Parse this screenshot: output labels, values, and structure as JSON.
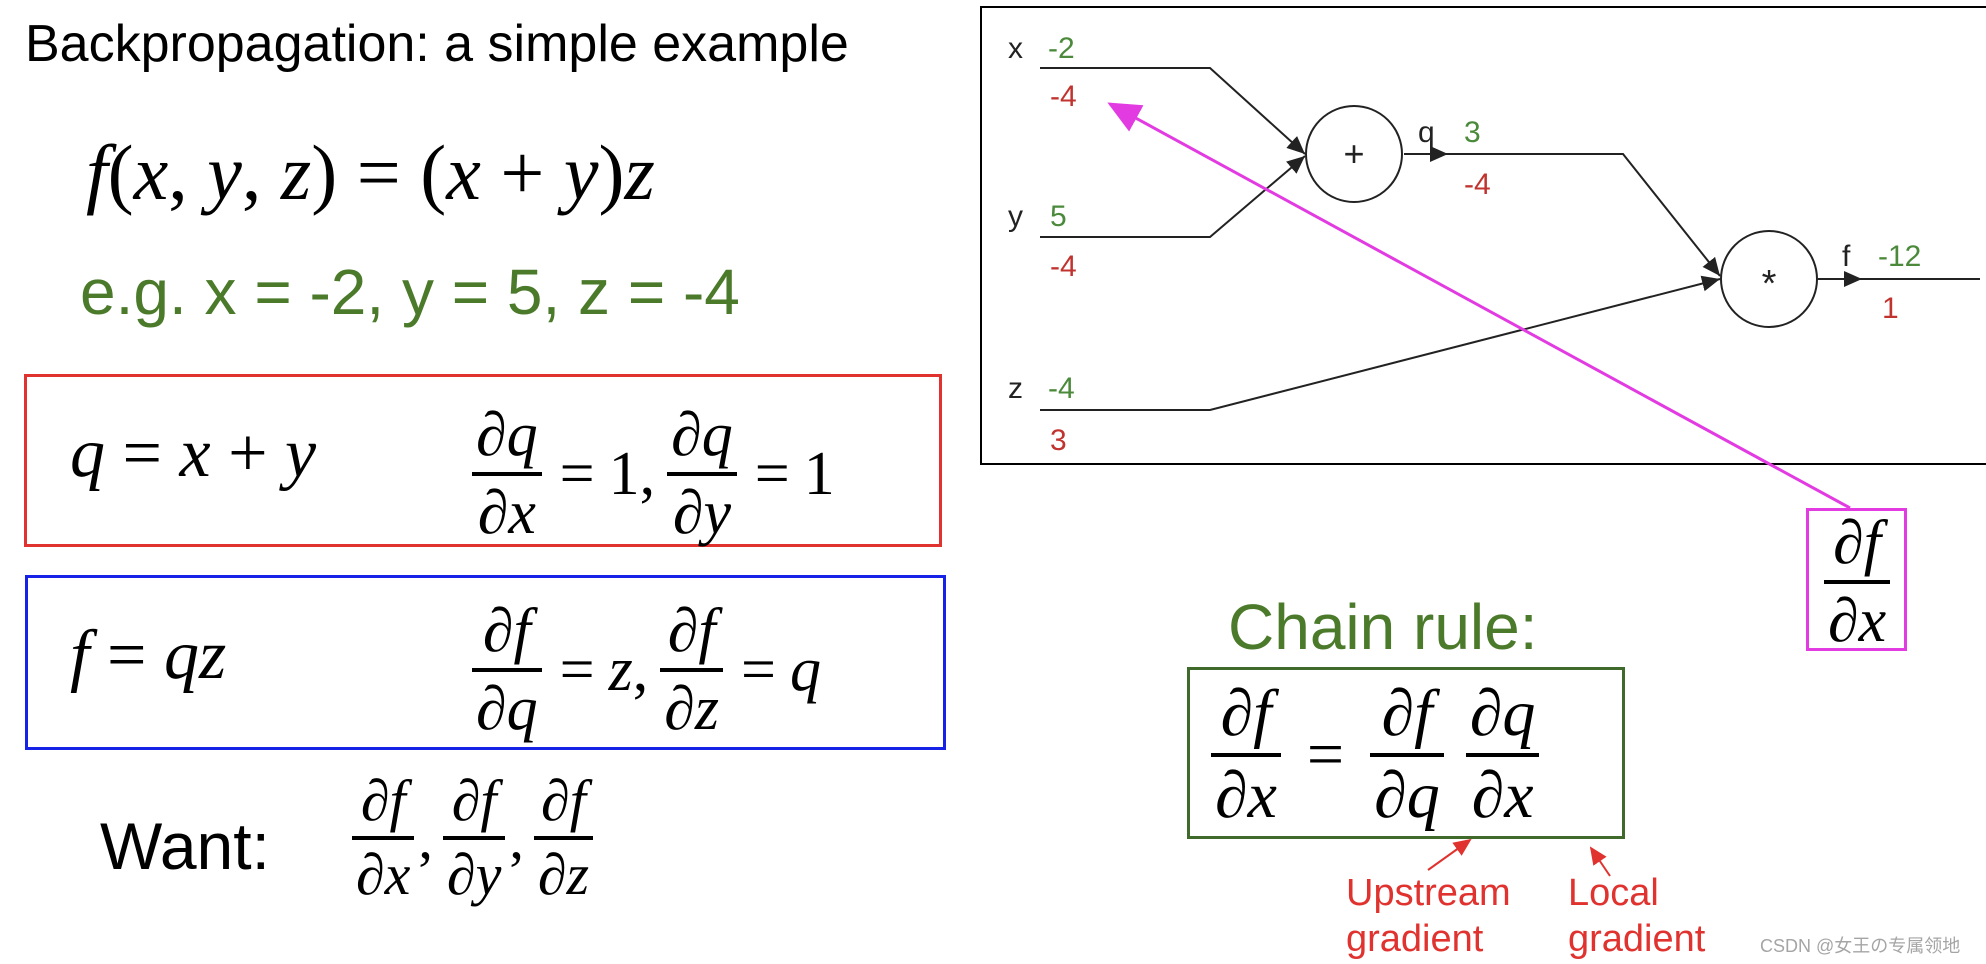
{
  "title": "Backpropagation: a simple example",
  "formula": {
    "f": "f",
    "x": "x",
    "y": "y",
    "z": "z",
    "lparen": "(",
    "rparen": ")",
    "comma": ",",
    "eq": "=",
    "plus": "+"
  },
  "example": "e.g. x = -2, y = 5, z = -4",
  "red_box": {
    "lhs": {
      "q": "q",
      "eq": "=",
      "x": "x",
      "plus": "+",
      "y": "y"
    },
    "rhs": {
      "frac1": {
        "num": "∂q",
        "den": "∂x"
      },
      "eq1": "=",
      "val1": "1",
      "comma": ",",
      "frac2": {
        "num": "∂q",
        "den": "∂y"
      },
      "eq2": "=",
      "val2": "1"
    }
  },
  "blue_box": {
    "lhs": {
      "f": "f",
      "eq": "=",
      "qz": "qz"
    },
    "rhs": {
      "frac1": {
        "num": "∂f",
        "den": "∂q"
      },
      "eq1": "=",
      "val1": "z",
      "comma": ",",
      "frac2": {
        "num": "∂f",
        "den": "∂z"
      },
      "eq2": "=",
      "val2": "q"
    }
  },
  "want": {
    "label": "Want:",
    "fracs": [
      {
        "num": "∂f",
        "den": "∂x"
      },
      {
        "num": "∂f",
        "den": "∂y"
      },
      {
        "num": "∂f",
        "den": "∂z"
      }
    ],
    "comma": ","
  },
  "graph": {
    "inputs": [
      {
        "name": "x",
        "forward": "-2",
        "backward": "-4"
      },
      {
        "name": "y",
        "forward": "5",
        "backward": "-4"
      },
      {
        "name": "z",
        "forward": "-4",
        "backward": "3"
      }
    ],
    "add_node": {
      "symbol": "+",
      "out_name": "q",
      "forward": "3",
      "backward": "-4"
    },
    "mul_node": {
      "symbol": "*",
      "out_name": "f",
      "forward": "-12",
      "backward": "1"
    },
    "colors": {
      "forward": "#4a8a3a",
      "backward": "#c0332e",
      "arrow": "#e23be2"
    }
  },
  "magenta_box": {
    "num": "∂f",
    "den": "∂x"
  },
  "chain_rule": {
    "title": "Chain rule:",
    "lhs": {
      "num": "∂f",
      "den": "∂x"
    },
    "eq": "=",
    "rhs1": {
      "num": "∂f",
      "den": "∂q"
    },
    "rhs2": {
      "num": "∂q",
      "den": "∂x"
    }
  },
  "annotations": {
    "upstream_line1": "Upstream",
    "upstream_line2": "gradient",
    "local_line1": "Local",
    "local_line2": "gradient"
  },
  "watermark": "CSDN @女王の专属领地"
}
